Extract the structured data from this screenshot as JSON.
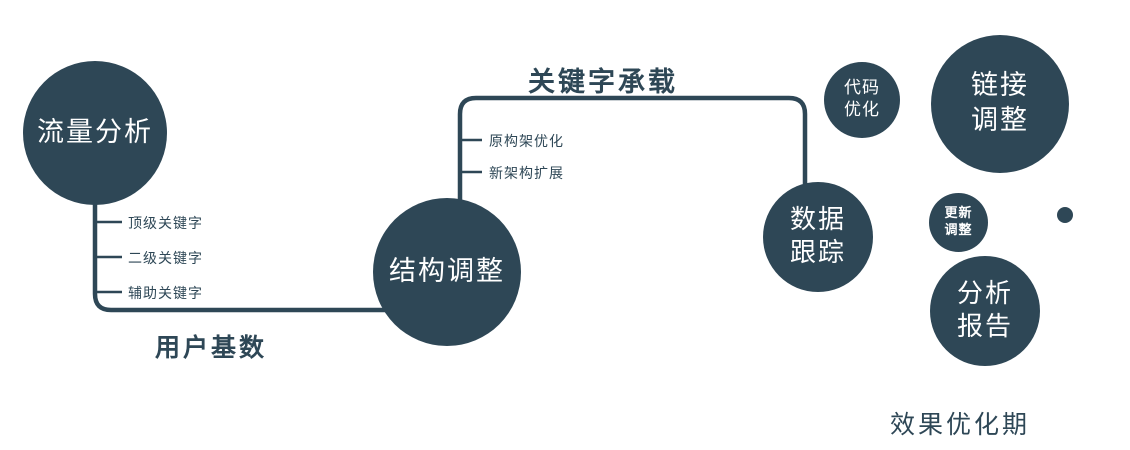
{
  "theme": {
    "node_color": "#2e4756",
    "label_color": "#2e4756",
    "background": "#ffffff"
  },
  "nodes": {
    "traffic_analysis": {
      "label": "流量分析"
    },
    "structure_adjustment": {
      "label": "结构调整"
    },
    "data_tracking": {
      "lines": [
        "数据",
        "跟踪"
      ]
    },
    "code_optimization": {
      "lines": [
        "代码",
        "优化"
      ]
    },
    "link_adjustment": {
      "lines": [
        "链接",
        "调整"
      ]
    },
    "update_adjustment": {
      "lines": [
        "更新",
        "调整"
      ]
    },
    "analysis_report": {
      "lines": [
        "分析",
        "报告"
      ]
    }
  },
  "edge_labels": {
    "user_base": "用户基数",
    "keyword_bearing": "关键字承载"
  },
  "branches": {
    "traffic": [
      "顶级关键字",
      "二级关键字",
      "辅助关键字"
    ],
    "structure": [
      "原构架优化",
      "新架构扩展"
    ]
  },
  "footer": "效果优化期"
}
